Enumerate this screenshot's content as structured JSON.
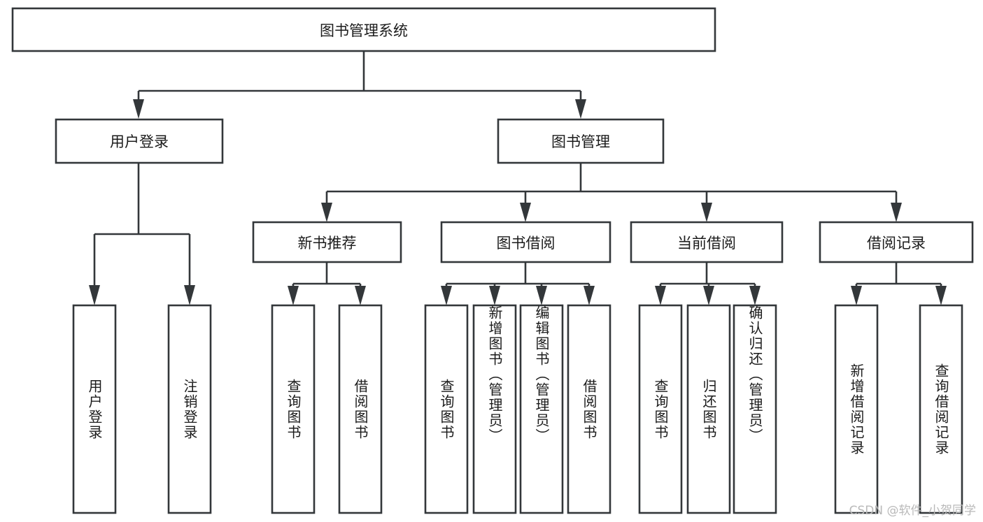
{
  "diagram": {
    "title": "图书管理系统",
    "type": "tree-hierarchy-flowchart",
    "root": {
      "id": "root",
      "label": "图书管理系统",
      "orientation": "horizontal"
    },
    "level1": [
      {
        "id": "user-login",
        "label": "用户登录",
        "orientation": "horizontal"
      },
      {
        "id": "book-manage",
        "label": "图书管理",
        "orientation": "horizontal"
      }
    ],
    "level2": [
      {
        "id": "new-book-rec",
        "label": "新书推荐",
        "orientation": "horizontal",
        "parent": "book-manage"
      },
      {
        "id": "book-borrow",
        "label": "图书借阅",
        "orientation": "horizontal",
        "parent": "book-manage"
      },
      {
        "id": "current-borrow",
        "label": "当前借阅",
        "orientation": "horizontal",
        "parent": "book-manage"
      },
      {
        "id": "borrow-record",
        "label": "借阅记录",
        "orientation": "horizontal",
        "parent": "book-manage"
      }
    ],
    "leaves": [
      {
        "id": "leaf-user-login",
        "label": "用户登录",
        "orientation": "vertical",
        "parent": "user-login"
      },
      {
        "id": "leaf-user-logout",
        "label": "注销登录",
        "orientation": "vertical",
        "parent": "user-login"
      },
      {
        "id": "leaf-query-book-1",
        "label": "查询图书",
        "orientation": "vertical",
        "parent": "new-book-rec"
      },
      {
        "id": "leaf-borrow-book-1",
        "label": "借阅图书",
        "orientation": "vertical",
        "parent": "new-book-rec"
      },
      {
        "id": "leaf-query-book-2",
        "label": "查询图书",
        "orientation": "vertical",
        "parent": "book-borrow"
      },
      {
        "id": "leaf-add-book",
        "label": "新增图书（管理员）",
        "orientation": "vertical",
        "parent": "book-borrow"
      },
      {
        "id": "leaf-edit-book",
        "label": "编辑图书（管理员）",
        "orientation": "vertical",
        "parent": "book-borrow"
      },
      {
        "id": "leaf-borrow-book-2",
        "label": "借阅图书",
        "orientation": "vertical",
        "parent": "book-borrow"
      },
      {
        "id": "leaf-query-book-3",
        "label": "查询图书",
        "orientation": "vertical",
        "parent": "current-borrow"
      },
      {
        "id": "leaf-return-book",
        "label": "归还图书",
        "orientation": "vertical",
        "parent": "current-borrow"
      },
      {
        "id": "leaf-confirm-return",
        "label": "确认归还（管理员）",
        "orientation": "vertical",
        "parent": "current-borrow"
      },
      {
        "id": "leaf-add-record",
        "label": "新增借阅记录",
        "orientation": "vertical",
        "parent": "borrow-record"
      },
      {
        "id": "leaf-query-record",
        "label": "查询借阅记录",
        "orientation": "vertical",
        "parent": "borrow-record"
      }
    ],
    "watermark": "CSDN @软件_小贺同学",
    "colors": {
      "stroke": "#33373a",
      "fill": "#ffffff",
      "text": "#1b1b1b",
      "watermark": "#b9b9b9",
      "background": "#ffffff"
    }
  }
}
